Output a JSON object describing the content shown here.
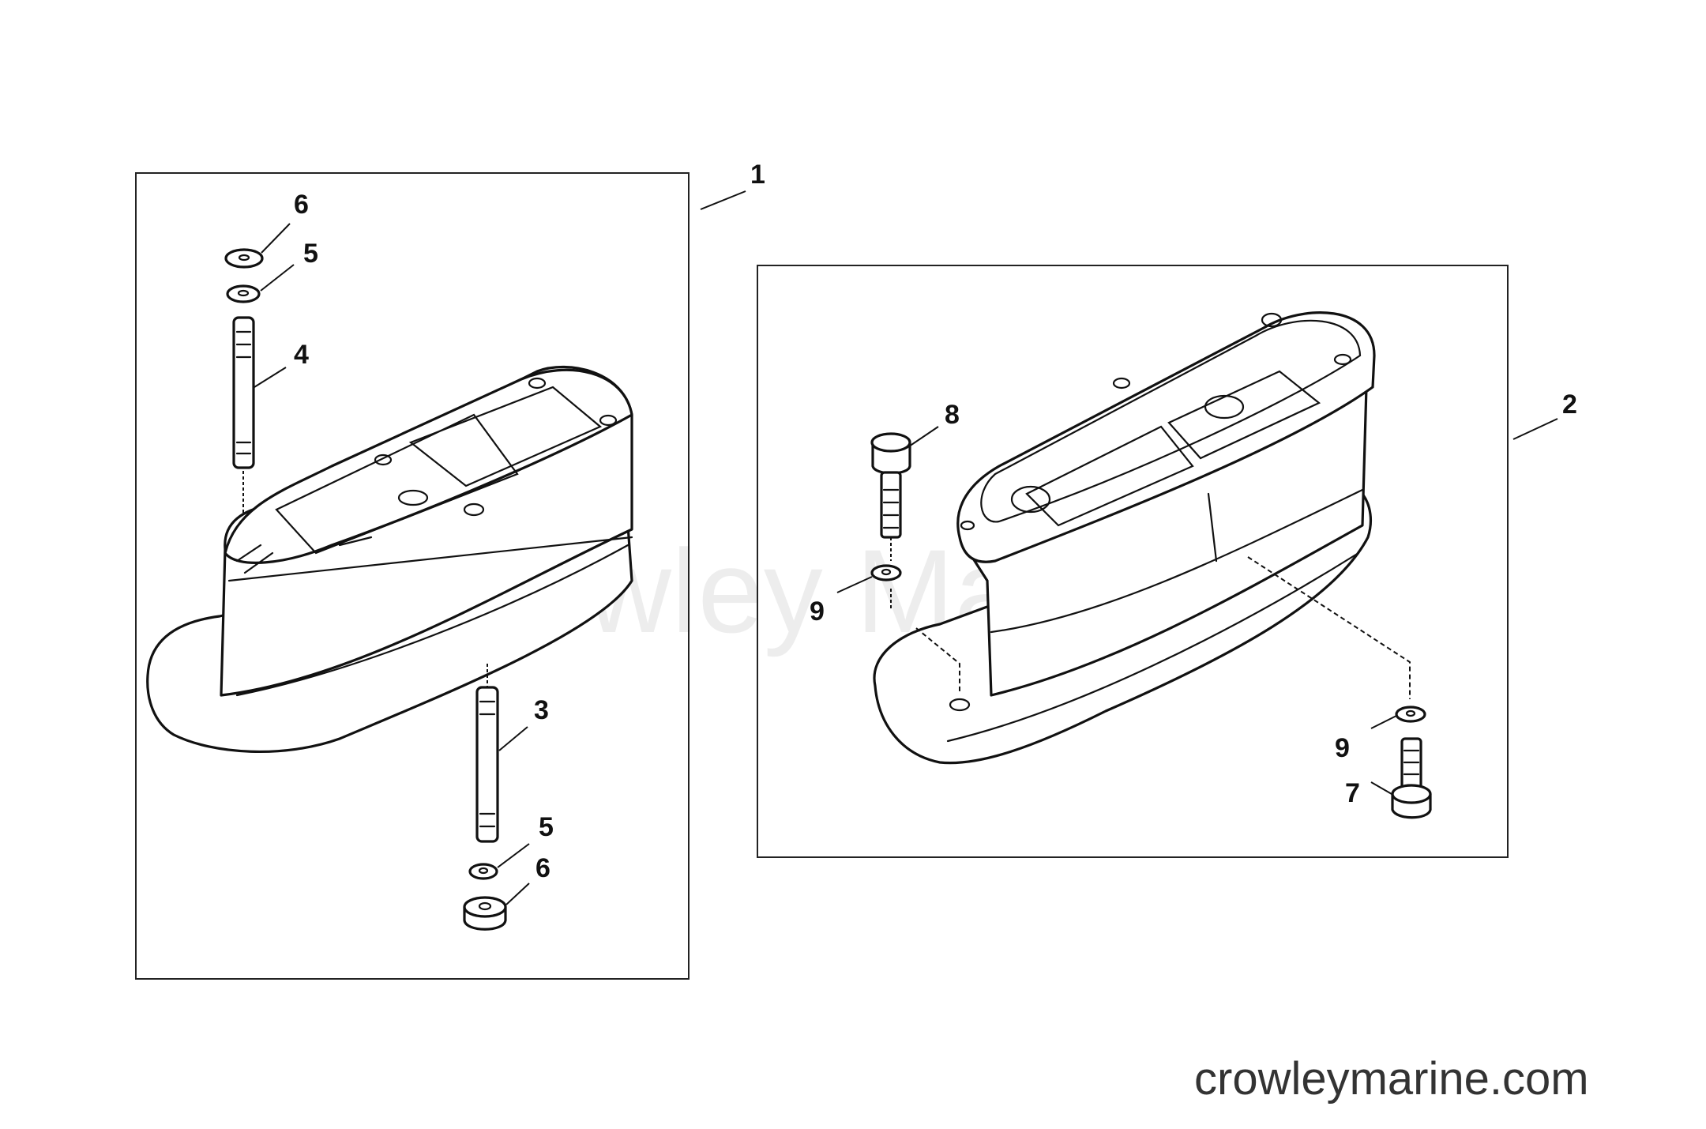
{
  "diagram": {
    "callouts": {
      "c1": "1",
      "c2": "2",
      "c3": "3",
      "c4": "4",
      "c5_upper": "5",
      "c6_upper": "6",
      "c5_lower": "5",
      "c6_lower": "6",
      "c7": "7",
      "c8": "8",
      "c9_left": "9",
      "c9_right": "9"
    },
    "watermark": "Crowley Marine",
    "footer": "crowleymarine.com"
  }
}
